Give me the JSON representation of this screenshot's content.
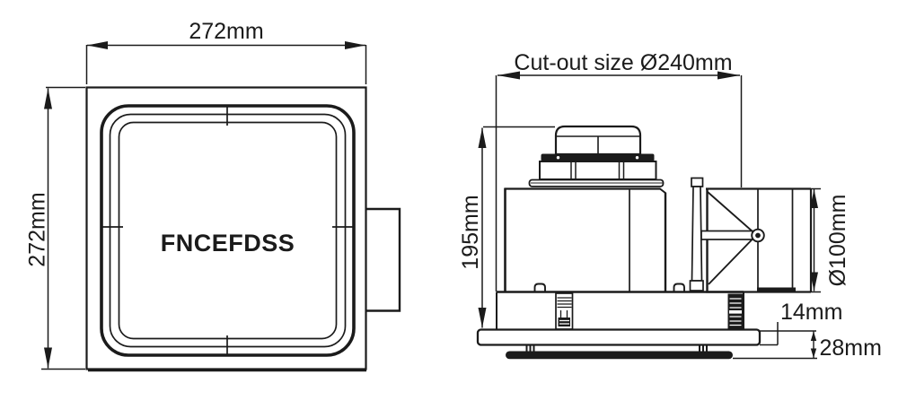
{
  "front_view": {
    "model": "FNCEFDSS",
    "width_label": "272mm",
    "height_label": "272mm"
  },
  "side_view": {
    "cutout_label": "Cut-out size Ø240mm",
    "height_label": "195mm",
    "duct_label": "Ø100mm",
    "flange_label": "14mm",
    "protrusion_label": "28mm"
  },
  "colors": {
    "line": "#1b1b1b",
    "background": "#ffffff"
  }
}
